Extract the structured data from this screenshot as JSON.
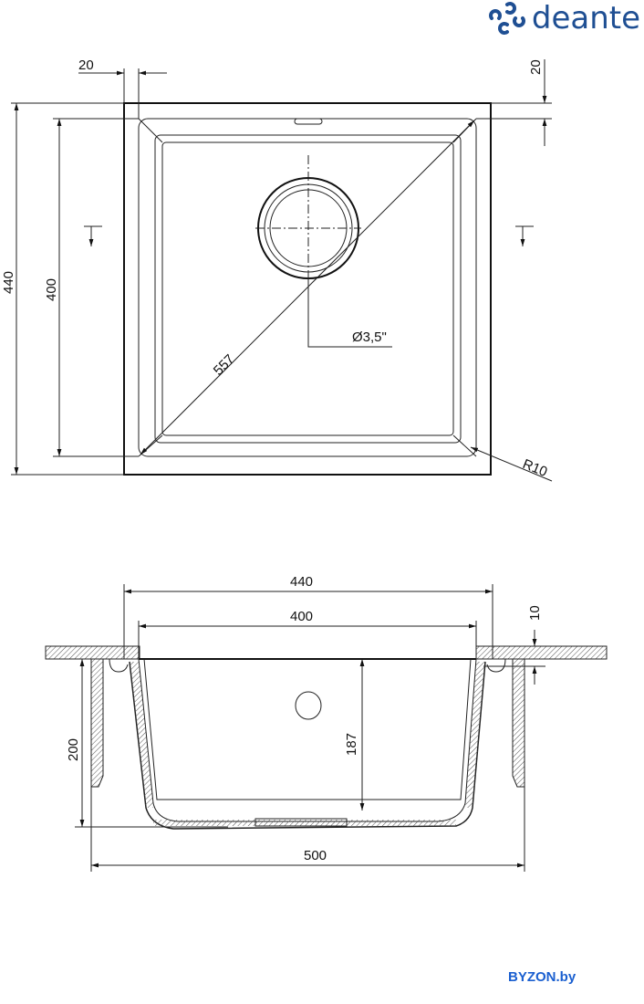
{
  "brand": {
    "logo_text": "deante",
    "color": "#1f4f93"
  },
  "watermark": {
    "text": "BYZON.by",
    "color": "#1a5fd0"
  },
  "top_view": {
    "dim_left_offset": "20",
    "dim_top_offset": "20",
    "dim_outer_height": "440",
    "dim_inner_height": "400",
    "dim_diagonal": "557",
    "dim_drain": "Ø3,5\"",
    "dim_radius": "R10"
  },
  "side_view": {
    "dim_outer_width": "440",
    "dim_inner_width": "400",
    "dim_rim": "10",
    "dim_cabinet_depth": "200",
    "dim_bowl_depth": "187",
    "dim_cabinet_width": "500"
  }
}
